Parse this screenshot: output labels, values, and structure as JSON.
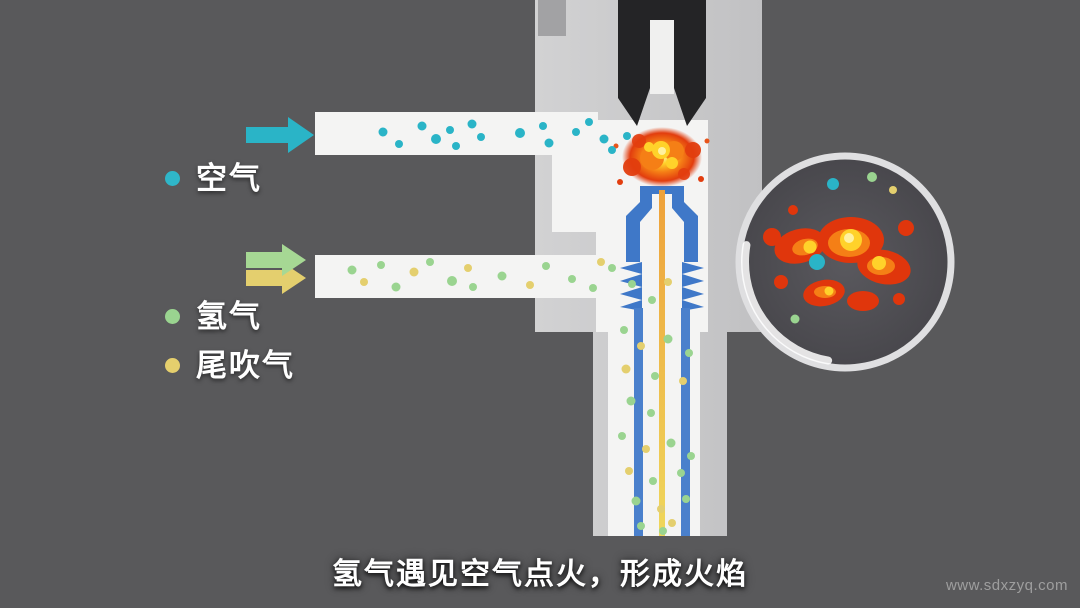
{
  "scene": {
    "caption": "氢气遇见空气点火，形成火焰",
    "watermark": "www.sdxzyq.com"
  },
  "legend": {
    "items": [
      {
        "label": "空气",
        "color": "#2fb6c9"
      },
      {
        "label": "氢气",
        "color": "#9ad490"
      },
      {
        "label": "尾吹气",
        "color": "#e5cf6d"
      }
    ]
  },
  "diagram": {
    "flows": [
      {
        "name": "air",
        "color": "#2ab4c7"
      },
      {
        "name": "hydrogen",
        "color": "#a6d894"
      },
      {
        "name": "makeup-gas",
        "color": "#e4cf6e"
      }
    ],
    "colors": {
      "background": "#59595b",
      "detector_body": "#c9c9cb",
      "channel_white": "#f4f4f3",
      "nozzle_blue": "#3f78c8",
      "flame_red": "#e23d0e",
      "flame_orange": "#f57f16",
      "flame_yellow": "#ffd22a",
      "capillary_orange": "#eda83c"
    }
  }
}
